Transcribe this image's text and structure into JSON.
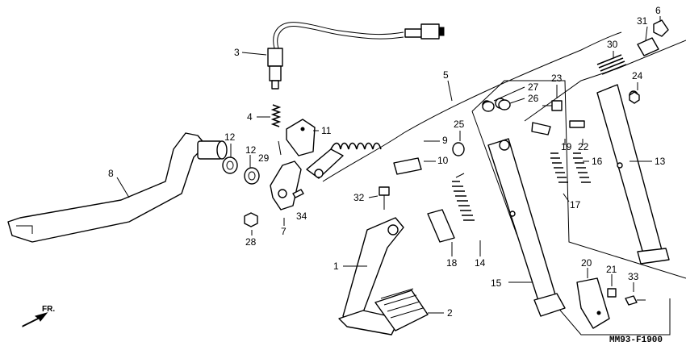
{
  "diagram": {
    "drawing_code": "MM93-F1900",
    "direction_label": "FR.",
    "callouts": {
      "c1": "1",
      "c2": "2",
      "c3": "3",
      "c4": "4",
      "c5": "5",
      "c6": "6",
      "c7": "7",
      "c8": "8",
      "c9": "9",
      "c10": "10",
      "c11": "11",
      "c12a": "12",
      "c12b": "12",
      "c13": "13",
      "c14": "14",
      "c15": "15",
      "c16": "16",
      "c17": "17",
      "c18": "18",
      "c19": "19",
      "c20": "20",
      "c21": "21",
      "c22": "22",
      "c23": "23",
      "c24": "24",
      "c25": "25",
      "c26": "26",
      "c27": "27",
      "c28": "28",
      "c29": "29",
      "c30": "30",
      "c31": "31",
      "c32": "32",
      "c33": "33",
      "c34": "34"
    }
  }
}
